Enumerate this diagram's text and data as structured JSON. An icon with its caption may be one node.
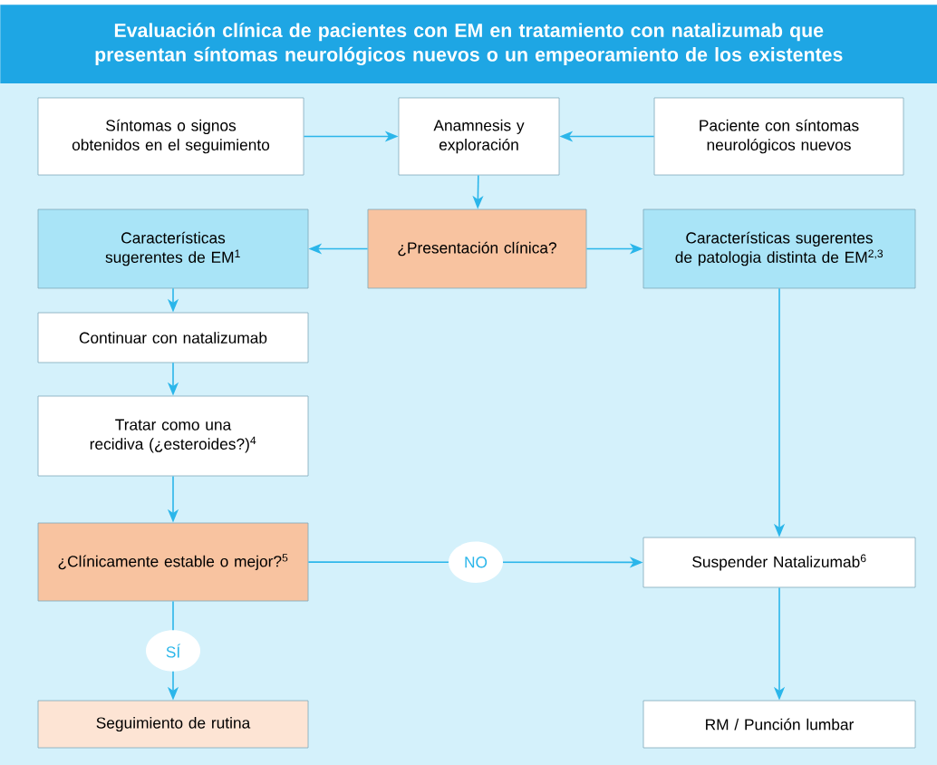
{
  "diagram": {
    "title": "Evaluación clínica de pacientes con EM en tratamiento con natalizumab que presentan síntomas neurológicos nuevos o un empeoramiento de los existentes",
    "nodes": [
      {
        "text": [
          "Síntomas o signos obtenidos en el seguimiento"
        ]
      },
      {
        "text": [
          "Anamnesis y exploración"
        ]
      },
      {
        "text": [
          "Paciente con síntomas neurológicos nuevos"
        ]
      },
      {
        "text": [
          "Características sugerentes de EM$^{1}$"
        ]
      },
      {
        "text": [
          "¿Presentación clínica?"
        ]
      },
      {
        "text": [
          "Características sugerentes de patologia distinta de EM$^{2,3}$"
        ]
      },
      {
        "text": [
          "Continuar con natalizumab"
        ]
      },
      {
        "text": [
          "Tratar como una recidiva (¿esteroides?)$^{4}$"
        ]
      },
      {
        "text": [
          "¿Clínicamente estable o mejor?$^{5}$"
        ]
      },
      {
        "text": [
          "Suspender Natalizumab$^{6}$"
        ]
      },
      {
        "text": [
          "Seguimiento de rutina"
        ]
      },
      {
        "text": [
          "RM / Punción lumbar"
        ]
      }
    ],
    "edges": [
      {
        "from": 0,
        "to": 1,
        "arrow": "to"
      },
      {
        "from": 2,
        "to": 1,
        "arrow": "to"
      },
      {
        "from": 1,
        "to": 4,
        "arrow": "to"
      },
      {
        "from": 4,
        "to": 3,
        "arrow": "to"
      },
      {
        "from": 4,
        "to": 5,
        "arrow": "to"
      },
      {
        "from": 3,
        "to": 6,
        "arrow": "to"
      },
      {
        "from": 6,
        "to": 7,
        "arrow": "to"
      },
      {
        "from": 7,
        "to": 8,
        "arrow": "to"
      },
      {
        "from": 8,
        "to": 9,
        "arrow": "to",
        "label": "NO"
      },
      {
        "from": 5,
        "to": 9,
        "arrow": "to"
      },
      {
        "from": 8,
        "to": 10,
        "arrow": "to",
        "label": "SÍ"
      },
      {
        "from": 9,
        "to": 11,
        "arrow": "to"
      }
    ]
  }
}
